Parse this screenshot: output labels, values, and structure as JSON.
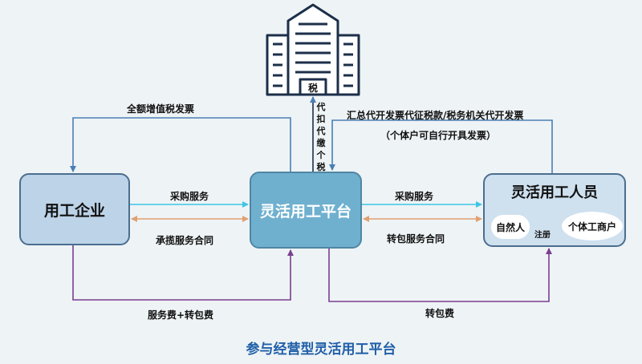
{
  "nodes": {
    "client": "用工企业",
    "platform": "灵活用工平台",
    "workers": "灵活用工人员",
    "person": "自然人",
    "business": "个体工商户",
    "register": "注册",
    "tax_sign": "税"
  },
  "flows": {
    "vat_invoice": "全额增值税发票",
    "summary_invoice": "汇总代开发票代征税款/税务机关代开发票",
    "self_invoice": "（个体户可自行开具发票）",
    "withhold_tax": "代扣代缴个税",
    "purchase_service_1": "采购服务",
    "contract_1": "承揽服务合同",
    "purchase_service_2": "采购服务",
    "contract_2": "转包服务合同",
    "service_fee": "服务费+转包费",
    "subcontract_fee": "转包费"
  },
  "footer": {
    "title": "参与经营型灵活用工平台"
  },
  "colors": {
    "arrow_blue": "#4a7fb5",
    "arrow_cyan": "#3fc6e3",
    "arrow_orange": "#e0a070",
    "arrow_purple": "#7a3f8f",
    "title_blue": "#1f5fa8"
  }
}
